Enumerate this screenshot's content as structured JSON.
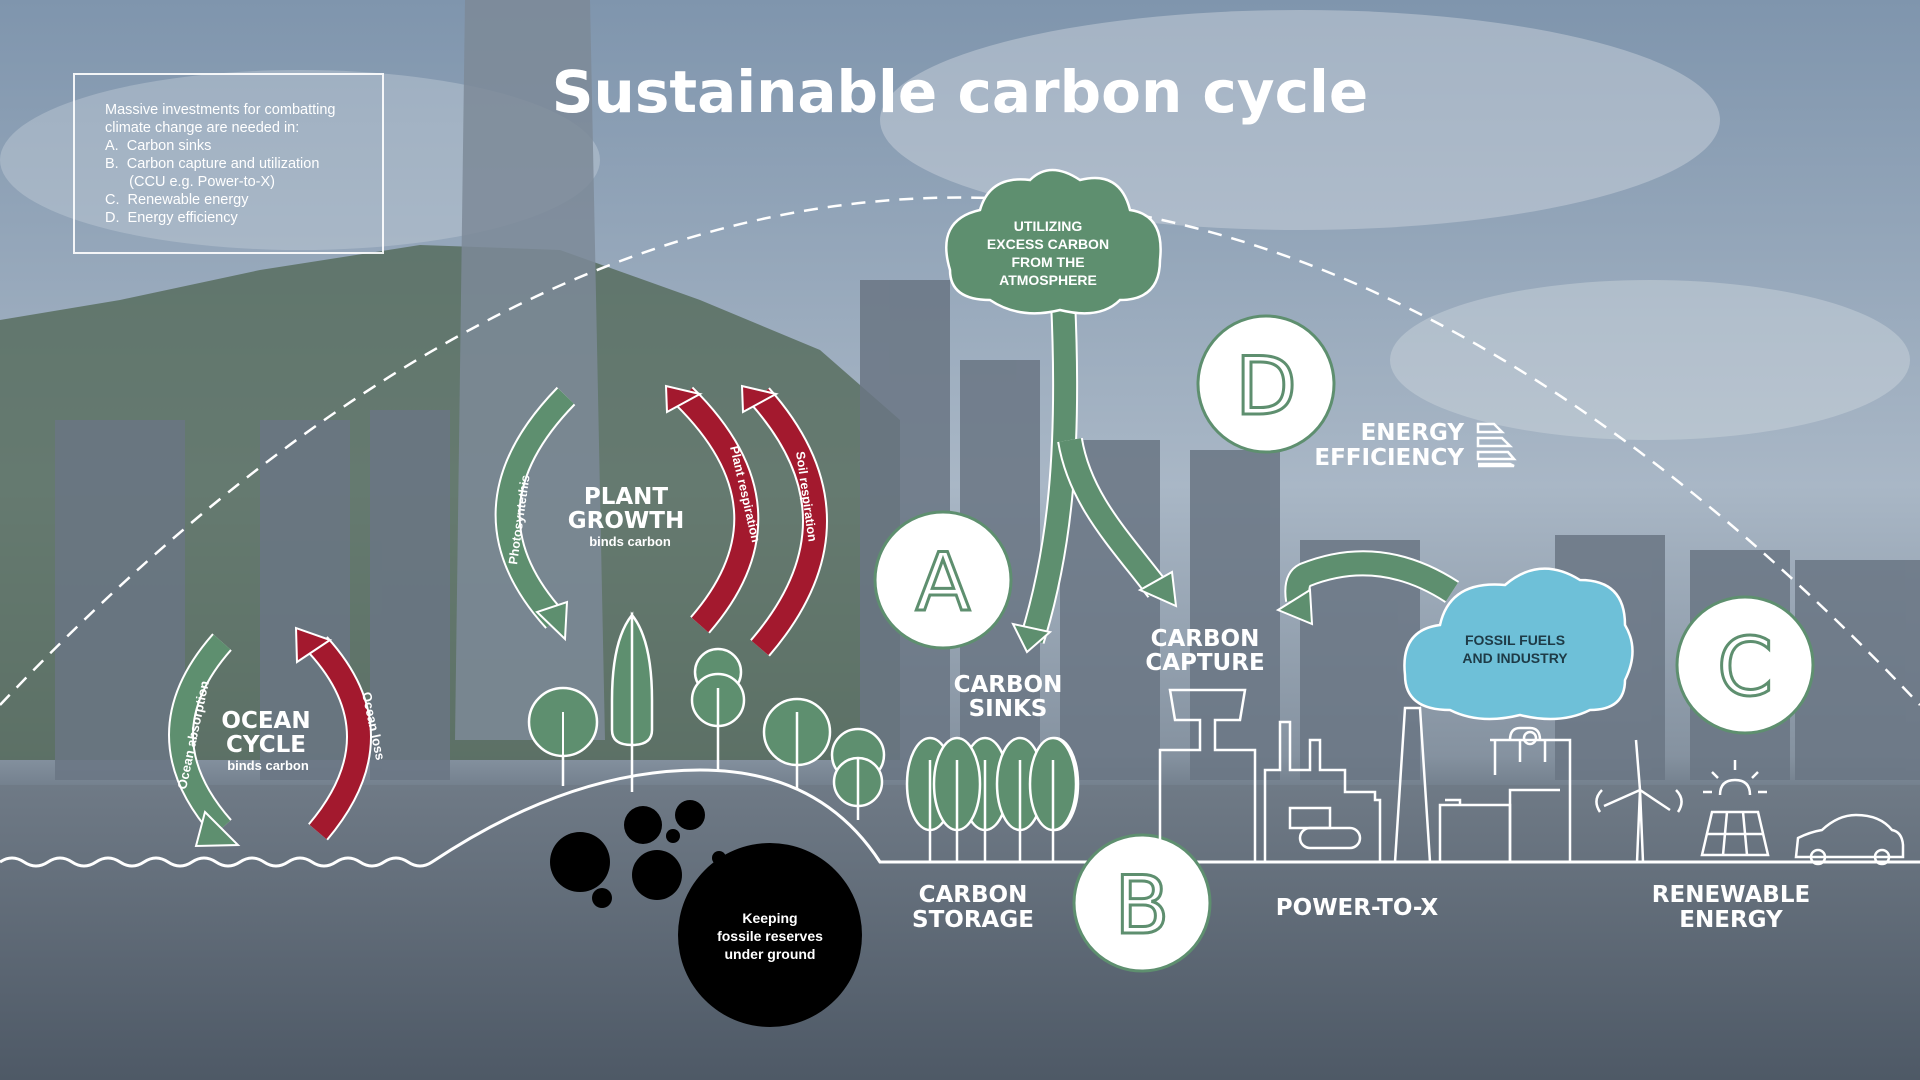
{
  "title": "Sustainable carbon cycle",
  "intro": {
    "line1": "Massive investments for combatting",
    "line2": "climate change are needed in:",
    "items": [
      "A.  Carbon sinks",
      "B.  Carbon capture and utilization",
      "      (CCU e.g. Power-to-X)",
      "C.  Renewable energy",
      "D.  Energy efficiency"
    ]
  },
  "atmosphere_cloud": [
    "UTILIZING",
    "EXCESS CARBON",
    "FROM THE",
    "ATMOSPHERE"
  ],
  "fossil_cloud": [
    "FOSSIL FUELS",
    "AND INDUSTRY"
  ],
  "reserves_circle": [
    "Keeping",
    "fossile reserves",
    "under ground"
  ],
  "letters": {
    "a": "A",
    "b": "B",
    "c": "C",
    "d": "D"
  },
  "ocean_cycle": {
    "line1": "OCEAN",
    "line2": "CYCLE",
    "sub": "binds carbon",
    "absorption": "Ocean absorption",
    "loss": "Ocean loss"
  },
  "plant_growth": {
    "line1": "PLANT",
    "line2": "GROWTH",
    "sub": "binds carbon",
    "photosynthesis": "Photosyntethis",
    "plant_resp": "Plant respiration",
    "soil_resp": "Soil respiration"
  },
  "carbon_sinks": [
    "CARBON",
    "SINKS"
  ],
  "carbon_capture": [
    "CARBON",
    "CAPTURE"
  ],
  "energy_efficiency": [
    "ENERGY",
    "EFFICIENCY"
  ],
  "carbon_storage": [
    "CARBON",
    "STORAGE"
  ],
  "power_to_x": "POWER-TO-X",
  "renewable_energy": [
    "RENEWABLE",
    "ENERGY"
  ],
  "colors": {
    "green": "#5e8f6f",
    "red": "#a3192e",
    "blue": "#6ec0d8",
    "black": "#000000",
    "white": "#ffffff"
  }
}
